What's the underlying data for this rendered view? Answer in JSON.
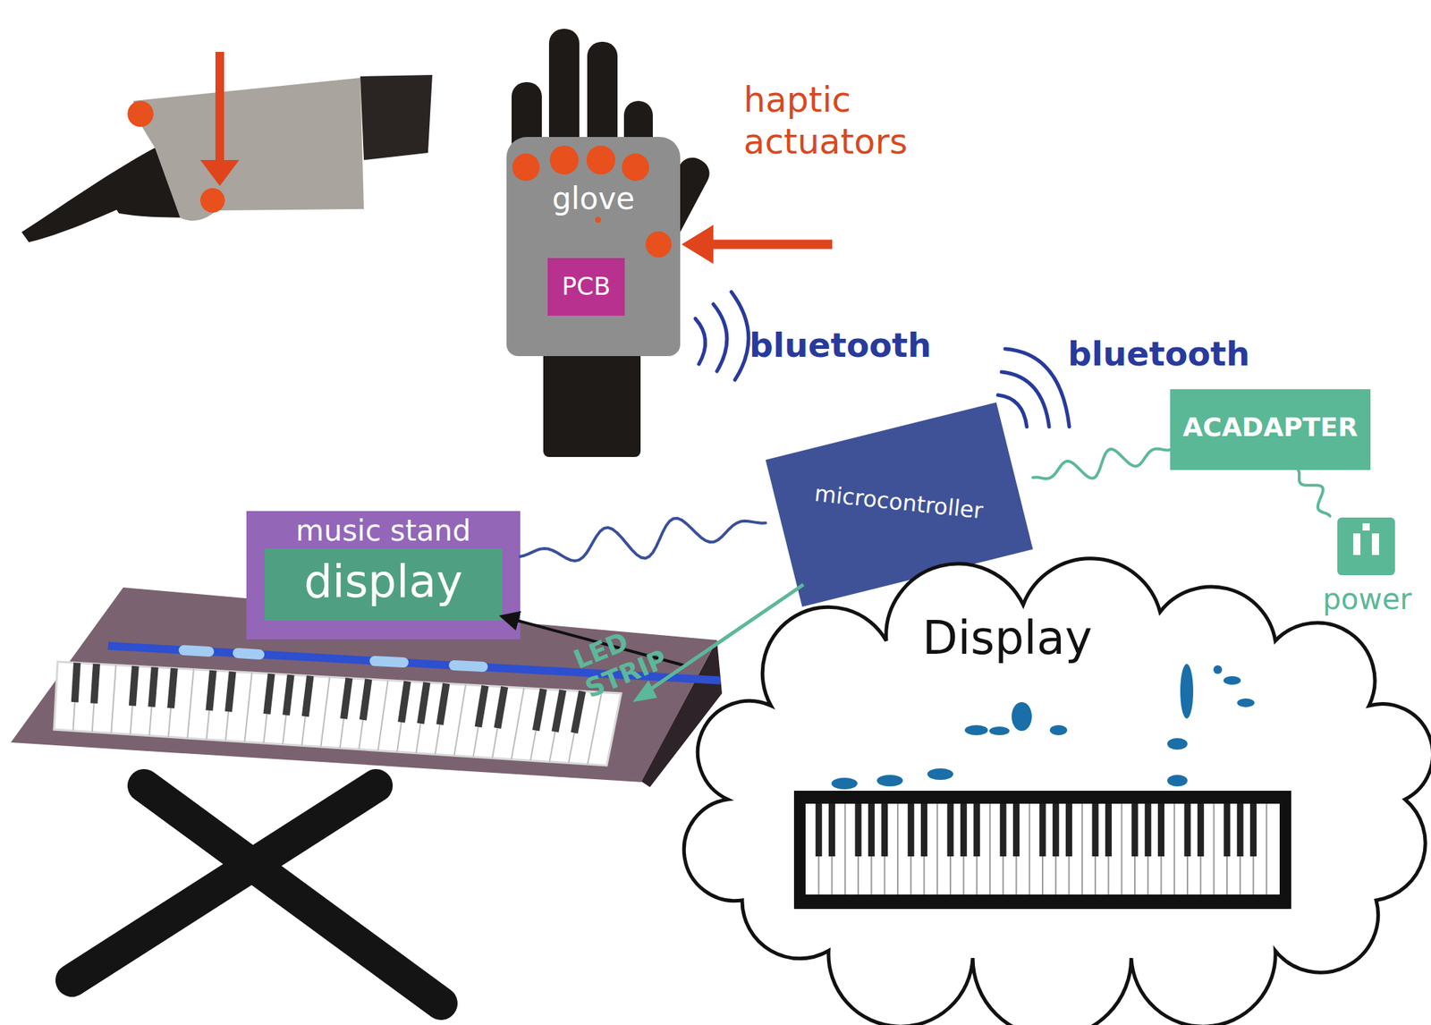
{
  "diagram": {
    "nodes": [
      {
        "text": [
          "glove"
        ]
      },
      {
        "text": [
          "PCB"
        ],
        "in": 0
      },
      {
        "text": [
          "microcontroller"
        ]
      },
      {
        "text": [
          "ACADAPTER"
        ]
      },
      {
        "text": [
          "power"
        ]
      },
      {
        "text": [
          "music stand"
        ]
      },
      {
        "text": [
          "display"
        ],
        "in": 5
      },
      {
        "text": [
          "Display"
        ]
      }
    ],
    "edges": [
      {
        "from": 2,
        "to": 5,
        "arrow": "none"
      },
      {
        "from": 2,
        "to": 3,
        "arrow": "none"
      },
      {
        "from": 3,
        "to": 4,
        "arrow": "none"
      },
      {
        "from": 7,
        "to": 6,
        "arrow": "to"
      }
    ],
    "labels": [
      "haptic actuators",
      "bluetooth",
      "bluetooth",
      "LED STRIP"
    ]
  }
}
